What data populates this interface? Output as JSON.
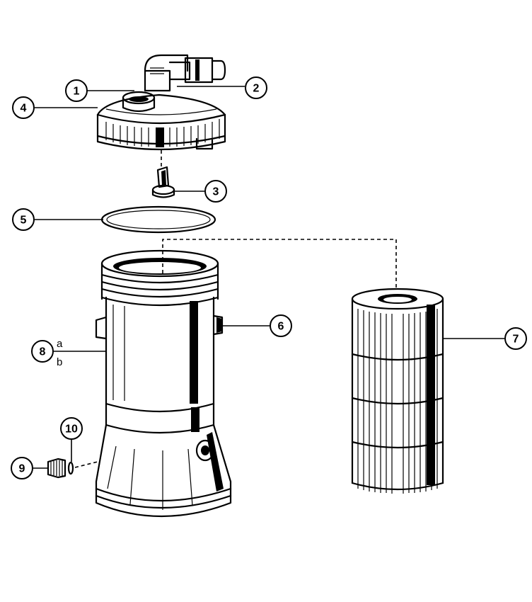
{
  "callouts": [
    {
      "id": "1",
      "label": "1"
    },
    {
      "id": "2",
      "label": "2"
    },
    {
      "id": "3",
      "label": "3"
    },
    {
      "id": "4",
      "label": "4"
    },
    {
      "id": "5",
      "label": "5"
    },
    {
      "id": "6",
      "label": "6"
    },
    {
      "id": "7",
      "label": "7"
    },
    {
      "id": "8",
      "label": "8",
      "sub_labels": [
        "a",
        "b"
      ]
    },
    {
      "id": "9",
      "label": "9"
    },
    {
      "id": "10",
      "label": "10"
    }
  ],
  "colors": {
    "line": "#000000",
    "background": "#ffffff"
  }
}
